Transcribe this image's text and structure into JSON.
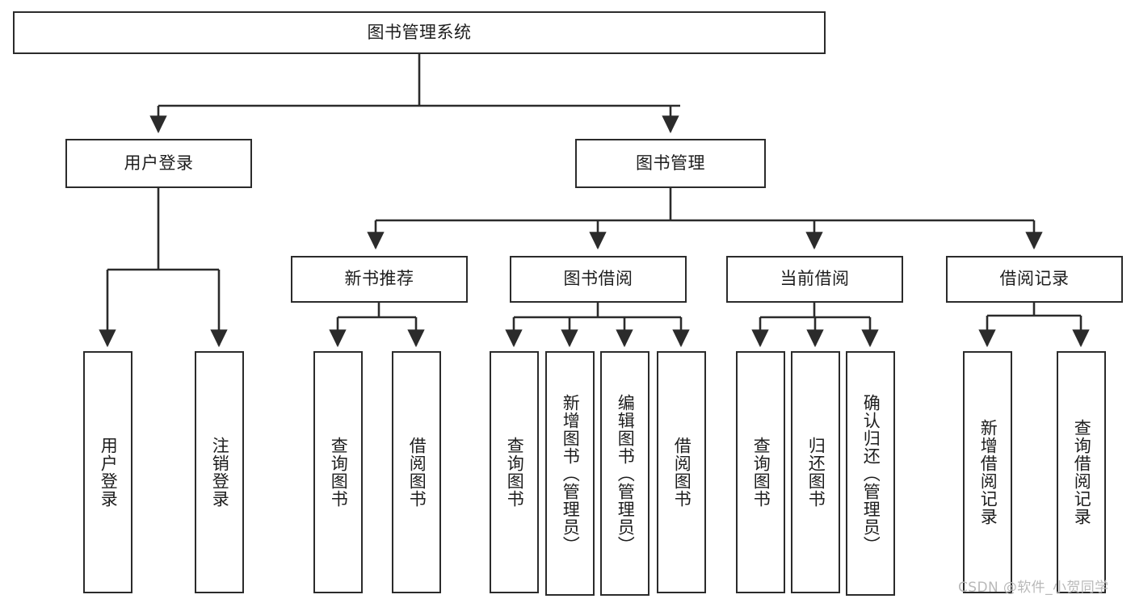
{
  "diagram": {
    "title_node": {
      "label": "图书管理系统"
    },
    "level1": [
      {
        "id": "user-login",
        "label": "用户登录"
      },
      {
        "id": "book-manage",
        "label": "图书管理"
      }
    ],
    "level2": [
      {
        "id": "new-book-rec",
        "label": "新书推荐"
      },
      {
        "id": "book-borrow",
        "label": "图书借阅"
      },
      {
        "id": "current-borrow",
        "label": "当前借阅"
      },
      {
        "id": "borrow-record",
        "label": "借阅记录"
      }
    ],
    "leaves": {
      "user_login": [
        {
          "id": "leaf-user-login",
          "label": "用户登录"
        },
        {
          "id": "leaf-logout",
          "label": "注销登录"
        }
      ],
      "new_book_rec": [
        {
          "id": "leaf-query-book-1",
          "label": "查询图书"
        },
        {
          "id": "leaf-borrow-book-1",
          "label": "借阅图书"
        }
      ],
      "book_borrow": [
        {
          "id": "leaf-query-book-2",
          "label": "查询图书"
        },
        {
          "id": "leaf-add-book",
          "label": "新增图书（管理员）"
        },
        {
          "id": "leaf-edit-book",
          "label": "编辑图书（管理员）"
        },
        {
          "id": "leaf-borrow-book-2",
          "label": "借阅图书"
        }
      ],
      "current_borrow": [
        {
          "id": "leaf-query-book-3",
          "label": "查询图书"
        },
        {
          "id": "leaf-return-book",
          "label": "归还图书"
        },
        {
          "id": "leaf-confirm-return",
          "label": "确认归还（管理员）"
        }
      ],
      "borrow_record": [
        {
          "id": "leaf-add-record",
          "label": "新增借阅记录"
        },
        {
          "id": "leaf-query-record",
          "label": "查询借阅记录"
        }
      ]
    },
    "watermark": {
      "text": "CSDN @软件_小贺同学"
    },
    "colors": {
      "stroke": "#2b2b2b",
      "text": "#1d1d1d",
      "background": "#ffffff",
      "watermark": "#b9b9b9"
    }
  }
}
